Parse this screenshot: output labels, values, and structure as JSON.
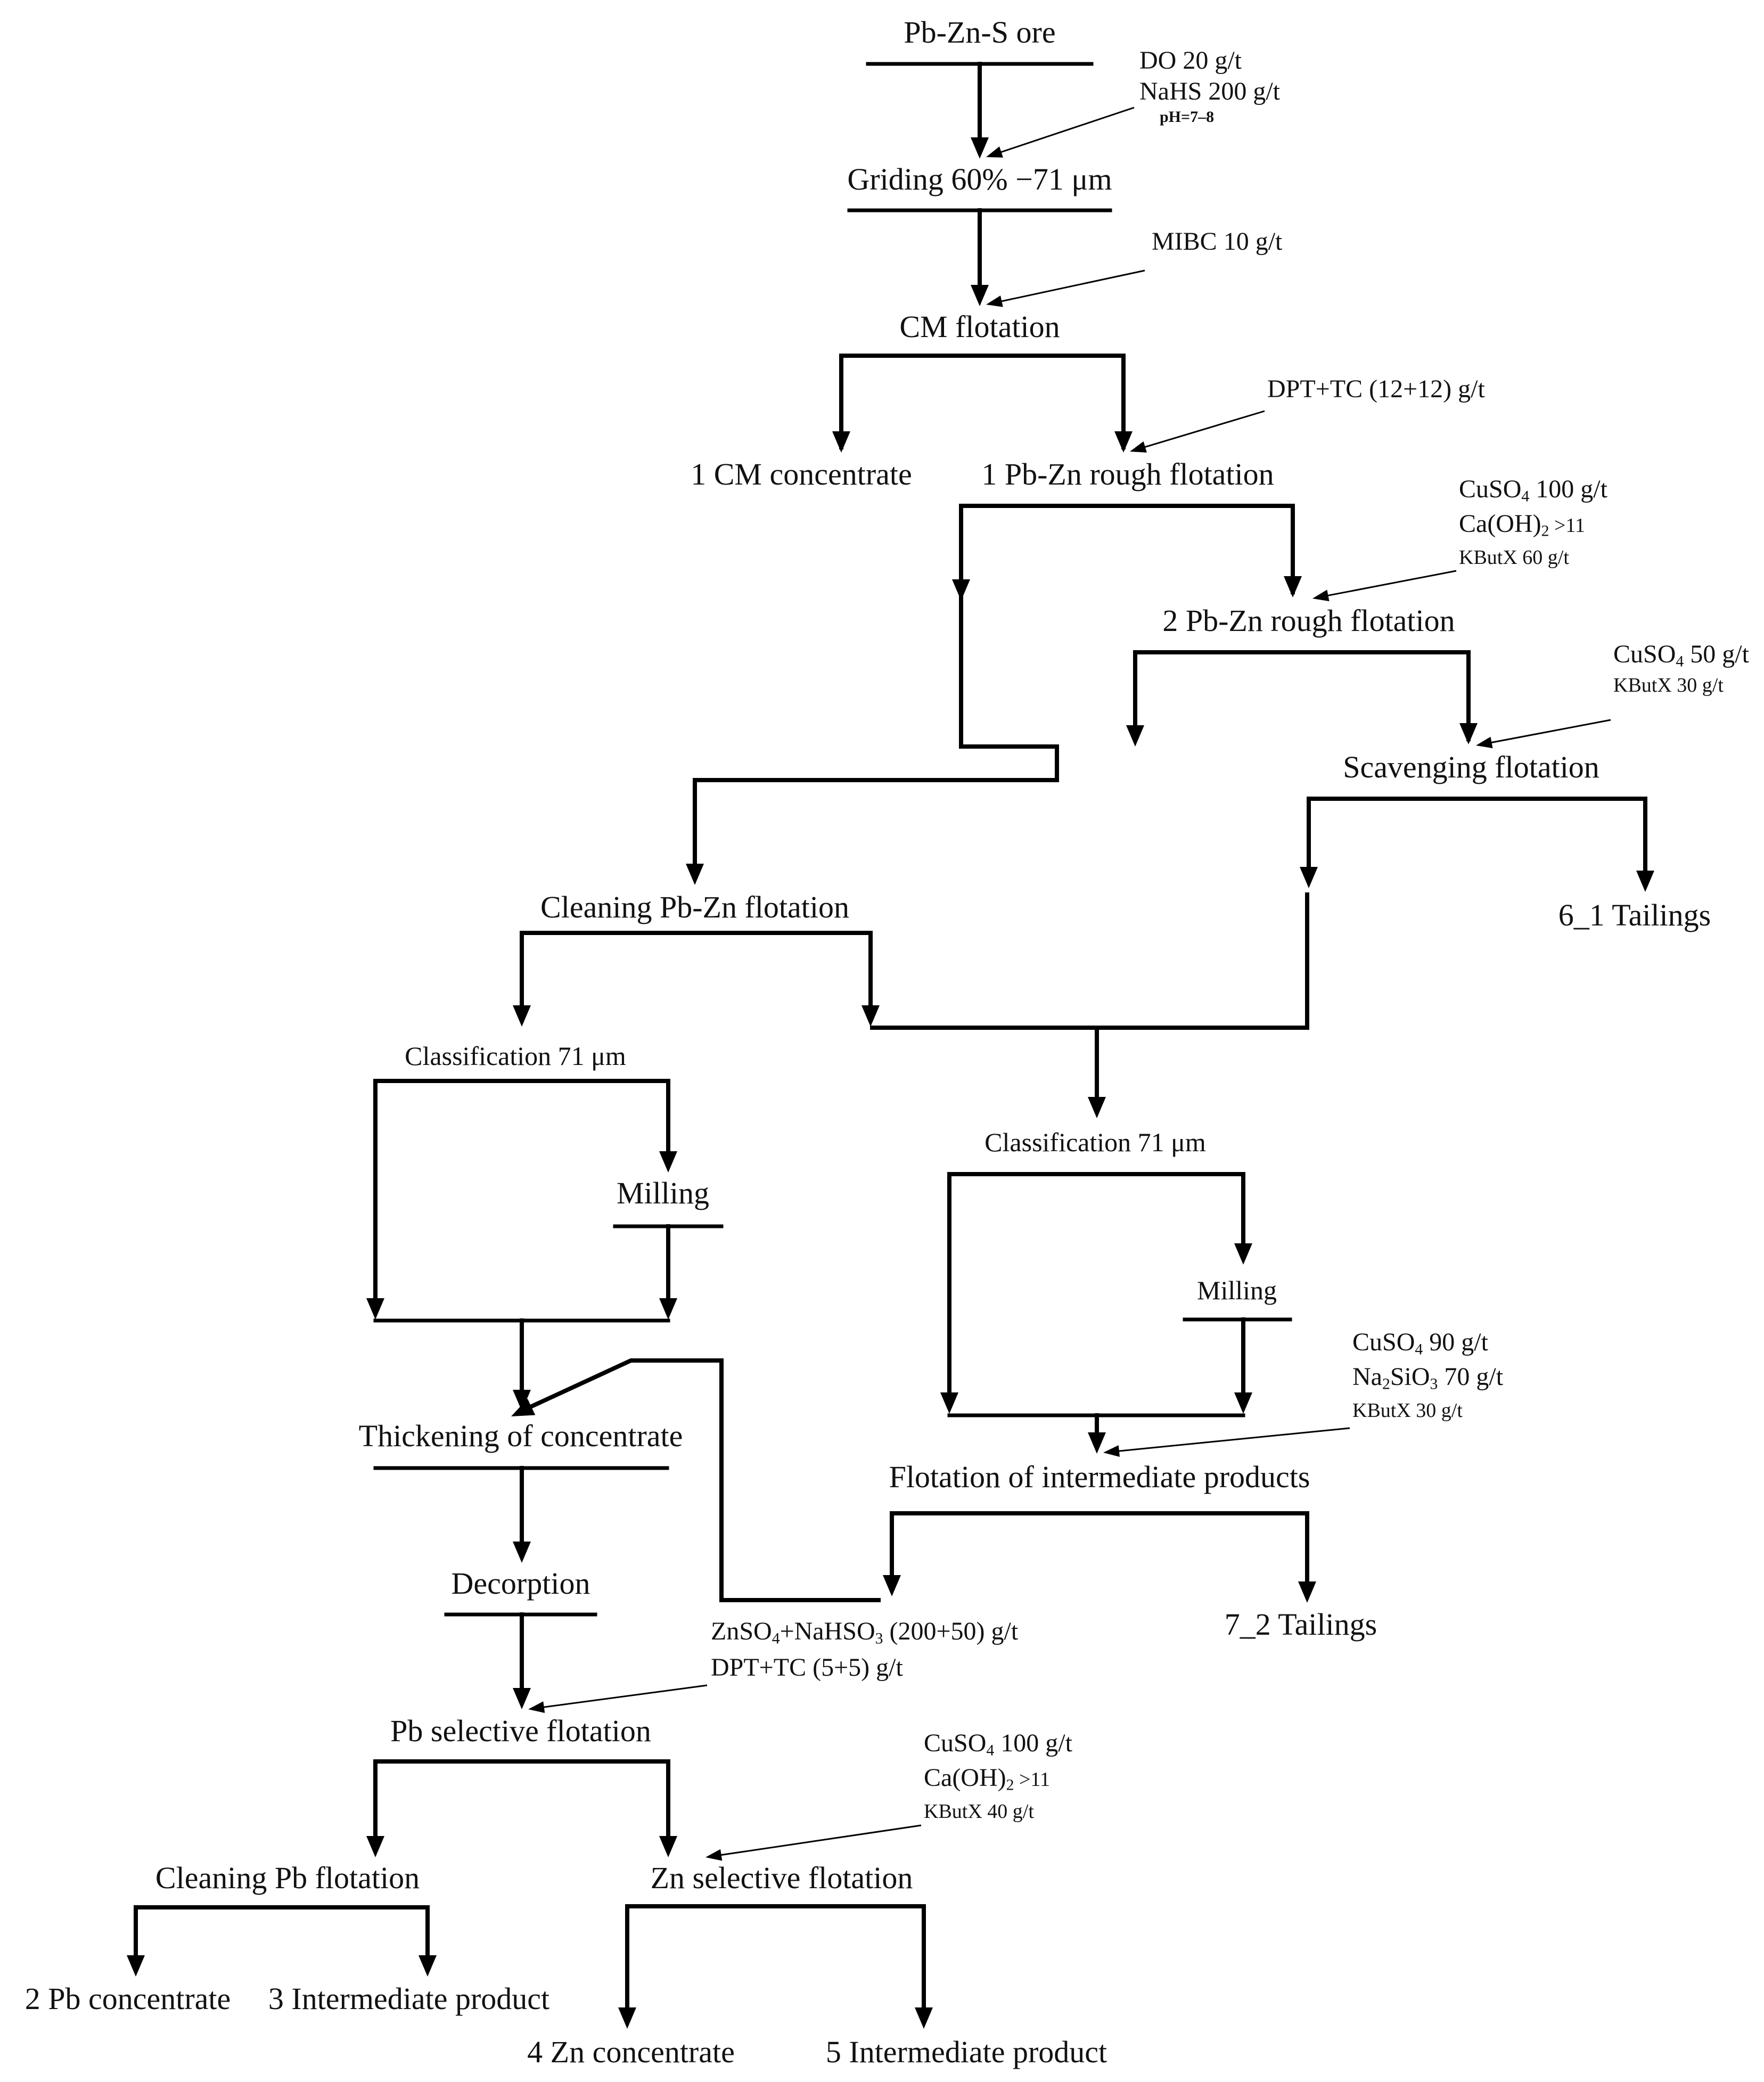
{
  "nodes": {
    "ore": "Pb-Zn-S ore",
    "grinding": "Griding 60% −71 μm",
    "cm_flotation": "CM flotation",
    "cm_concentrate": "1 CM concentrate",
    "rough1": "1 Pb-Zn rough flotation",
    "rough2": "2 Pb-Zn rough flotation",
    "scavenging": "Scavenging flotation",
    "tailings1": "6_1 Tailings",
    "cleaning_pbzn": "Cleaning Pb-Zn flotation",
    "classification_left": "Classification 71 μm",
    "milling_left": "Milling",
    "classification_right": "Classification 71 μm",
    "milling_right": "Milling",
    "thickening": "Thickening of concentrate",
    "intermediate_flotation": "Flotation of intermediate products",
    "tailings2": "7_2 Tailings",
    "decorption": "Decorption",
    "pb_selective": "Pb selective flotation",
    "cleaning_pb": "Cleaning Pb flotation",
    "zn_selective": "Zn selective flotation",
    "pb_concentrate": "2 Pb concentrate",
    "intermediate3": "3 Intermediate product",
    "zn_concentrate": "4 Zn concentrate",
    "intermediate5": "5 Intermediate product"
  },
  "reagents": {
    "r1_do": "DO 20 g/t",
    "r1_nahs": "NaHS 200 g/t",
    "r1_ph": "pH=7–8",
    "r2_mibc": "MIBC 10 g/t",
    "r3_dpt": "DPT+TC (12+12) g/t",
    "r4_cuso4_a": "CuSO",
    "r4_cuso4_sub": "4",
    "r4_cuso4_b": " 100 g/t",
    "r4_caoh_a": "Ca(OH)",
    "r4_caoh_sub": "2",
    "r4_caoh_b": " >11",
    "r4_kbutx": "KButX 60 g/t",
    "r5_cuso4_a": "CuSO",
    "r5_cuso4_sub": "4",
    "r5_cuso4_b": " 50 g/t",
    "r5_kbutx": "KButX 30 g/t",
    "r6_cuso4_a": "CuSO",
    "r6_cuso4_sub": "4",
    "r6_cuso4_b": " 90 g/t",
    "r6_na_a": "Na",
    "r6_na_sub": "2",
    "r6_na_b": "SiO",
    "r6_na_sub2": "3",
    "r6_na_c": " 70 g/t",
    "r6_kbutx": "KButX 30 g/t",
    "r7_znso_a": "ZnSO",
    "r7_znso_sub": "4",
    "r7_znso_b": "+NaHSO",
    "r7_znso_sub2": "3",
    "r7_znso_c": " (200+50) g/t",
    "r7_dpt": "DPT+TC (5+5) g/t",
    "r8_cuso4_a": "CuSO",
    "r8_cuso4_sub": "4",
    "r8_cuso4_b": " 100 g/t",
    "r8_caoh_a": "Ca(OH)",
    "r8_caoh_sub": "2",
    "r8_caoh_b": " >11",
    "r8_kbutx": "KButX 40 g/t"
  }
}
